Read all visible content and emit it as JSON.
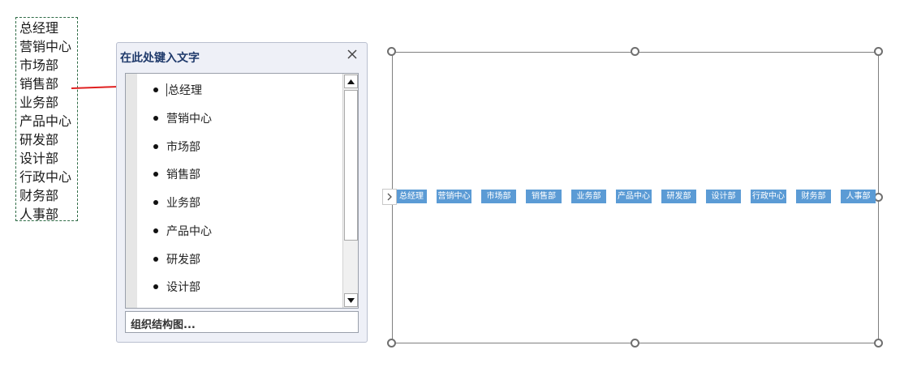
{
  "source_list": [
    "总经理",
    "营销中心",
    "市场部",
    "销售部",
    "业务部",
    "产品中心",
    "研发部",
    "设计部",
    "行政中心",
    "财务部",
    "人事部"
  ],
  "text_pane": {
    "title": "在此处键入文字",
    "items": [
      "总经理",
      "营销中心",
      "市场部",
      "销售部",
      "业务部",
      "产品中心",
      "研发部",
      "设计部"
    ],
    "link_label": "组织结构图..."
  },
  "canvas": {
    "nodes": [
      "总经理",
      "营销中心",
      "市场部",
      "销售部",
      "业务部",
      "产品中心",
      "研发部",
      "设计部",
      "行政中心",
      "财务部",
      "人事部"
    ]
  },
  "colors": {
    "node_fill": "#5b9bd5",
    "arrow": "#e02020",
    "source_border": "#2e6b45"
  }
}
